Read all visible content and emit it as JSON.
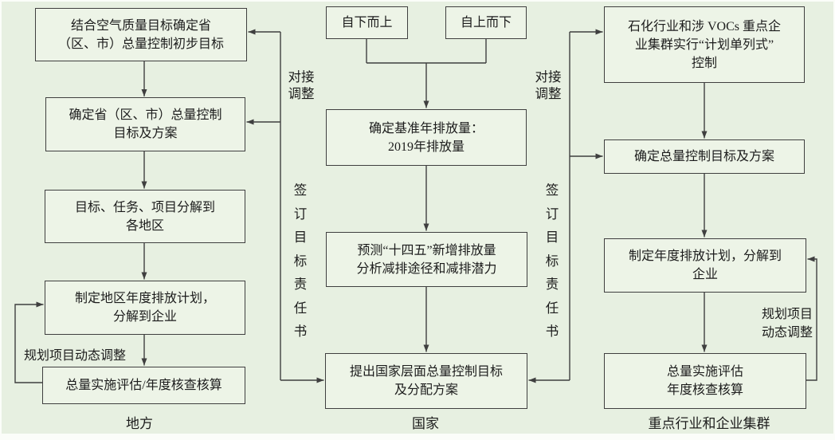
{
  "colors": {
    "page_bg": "#fbfdf9",
    "canvas_bg": "#e7f0e1",
    "box_fill": "#edf4e7",
    "box_border": "#3f3f3f",
    "line": "#3f3f3f",
    "text": "#1c1c1c"
  },
  "flowchart": {
    "local": {
      "label": "地方",
      "box1": "结合空气质量目标确定省\n（区、市）总量控制初步目标",
      "box2": "确定省（区、市）总量控制\n目标及方案",
      "box3": "目标、任务、项目分解到\n各地区",
      "box4": "制定地区年度排放计划，\n分解到企业",
      "box5": "总量实施评估/年度核查核算",
      "loop_label": "规划项目动态调整"
    },
    "national": {
      "label": "国家",
      "bottom_up": "自下而上",
      "top_down": "自上而下",
      "baseline": "确定基准年排放量：\n2019年排放量",
      "forecast": "预测“十四五”新增排放量\n分析减排途径和减排潜力",
      "propose": "提出国家层面总量控制目标\n及分配方案"
    },
    "industry": {
      "label": "重点行业和企业集群",
      "box1": "石化行业和涉 VOCs 重点企\n业集群实行“计划单列式”\n控制",
      "box2": "确定总量控制目标及方案",
      "box3": "制定年度排放计划，分解到\n企业",
      "box4": "总量实施评估\n年度核查核算",
      "loop_label": "规划项目\n动态调整"
    },
    "left_link": {
      "adjust": "对接\n调整",
      "sign": "签\n订\n目\n标\n责\n任\n书"
    },
    "right_link": {
      "adjust": "对接\n调整",
      "sign": "签\n订\n目\n标\n责\n任\n书"
    }
  }
}
